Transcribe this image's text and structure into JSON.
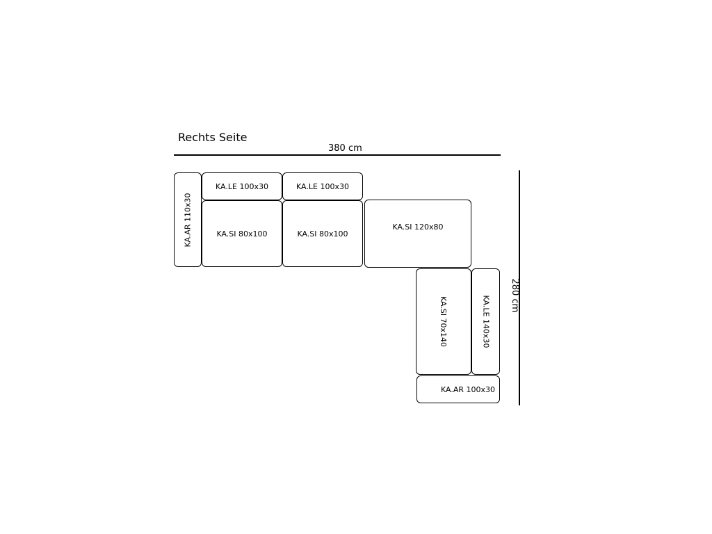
{
  "title": "Rechts Seite",
  "width_label": "380 cm",
  "height_label": "280 cm",
  "pieces": [
    {
      "label": "KA.AR  110x30"
    },
    {
      "label": "KA.LE  100x30"
    },
    {
      "label": "KA.LE  100x30"
    },
    {
      "label": "KA.SI  80x100"
    },
    {
      "label": "KA.SI  80x100"
    },
    {
      "label": "KA.SI  120x80"
    },
    {
      "label": "KA.SI  70x140"
    },
    {
      "label": "KA.LE  140x30"
    },
    {
      "label": "KA.AR  100x30"
    }
  ]
}
